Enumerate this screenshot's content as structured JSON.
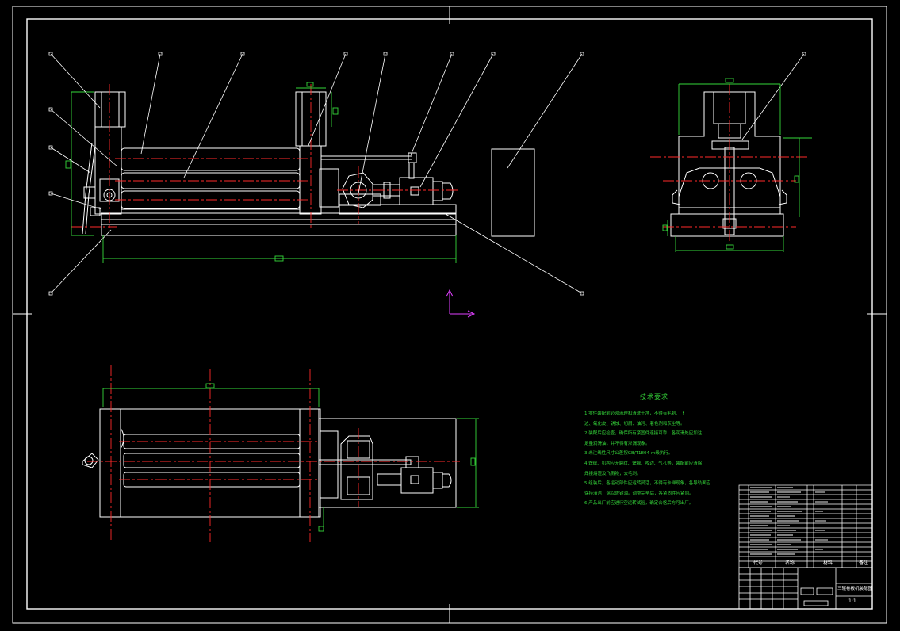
{
  "tech_requirements": {
    "title": "技术要求",
    "lines": [
      "1.零件装配前必须清理和清洗干净，不得有毛刺、飞",
      "边、氧化皮、锈蚀、切屑、油污、着色剂和灰尘等。",
      "2.装配后应检查，确保所有紧固件连接可靠，各润滑处应加注",
      "足量润滑油，并不得有渗漏现象。",
      "3.未注线性尺寸公差按GB/T1804-m级执行。",
      "4.焊缝、机构应无裂纹、焊瘤、咬边、气孔等，装配前应清除",
      "焊接熔渣及飞溅物，去毛刺。",
      "5.组装后，各运动部件应运转灵活，不得有卡滞现象，各导轨面应",
      "保持清洁，涂以防锈油。调整完毕后，各紧固件应紧固。",
      "6.产品出厂前应进行空运转试验，确定合格后方可出厂。"
    ]
  },
  "title_block": {
    "header_code": "代号",
    "header_name": "名称",
    "header_material": "材料",
    "header_remark": "备注",
    "drawing_title": "三辊卷板机装配图",
    "scale": "1:1"
  },
  "colors": {
    "background": "#000000",
    "outline": "#ffffff",
    "dimension": "#35d83a",
    "centerline": "#ff2a2a",
    "axis": "#e040ff"
  }
}
